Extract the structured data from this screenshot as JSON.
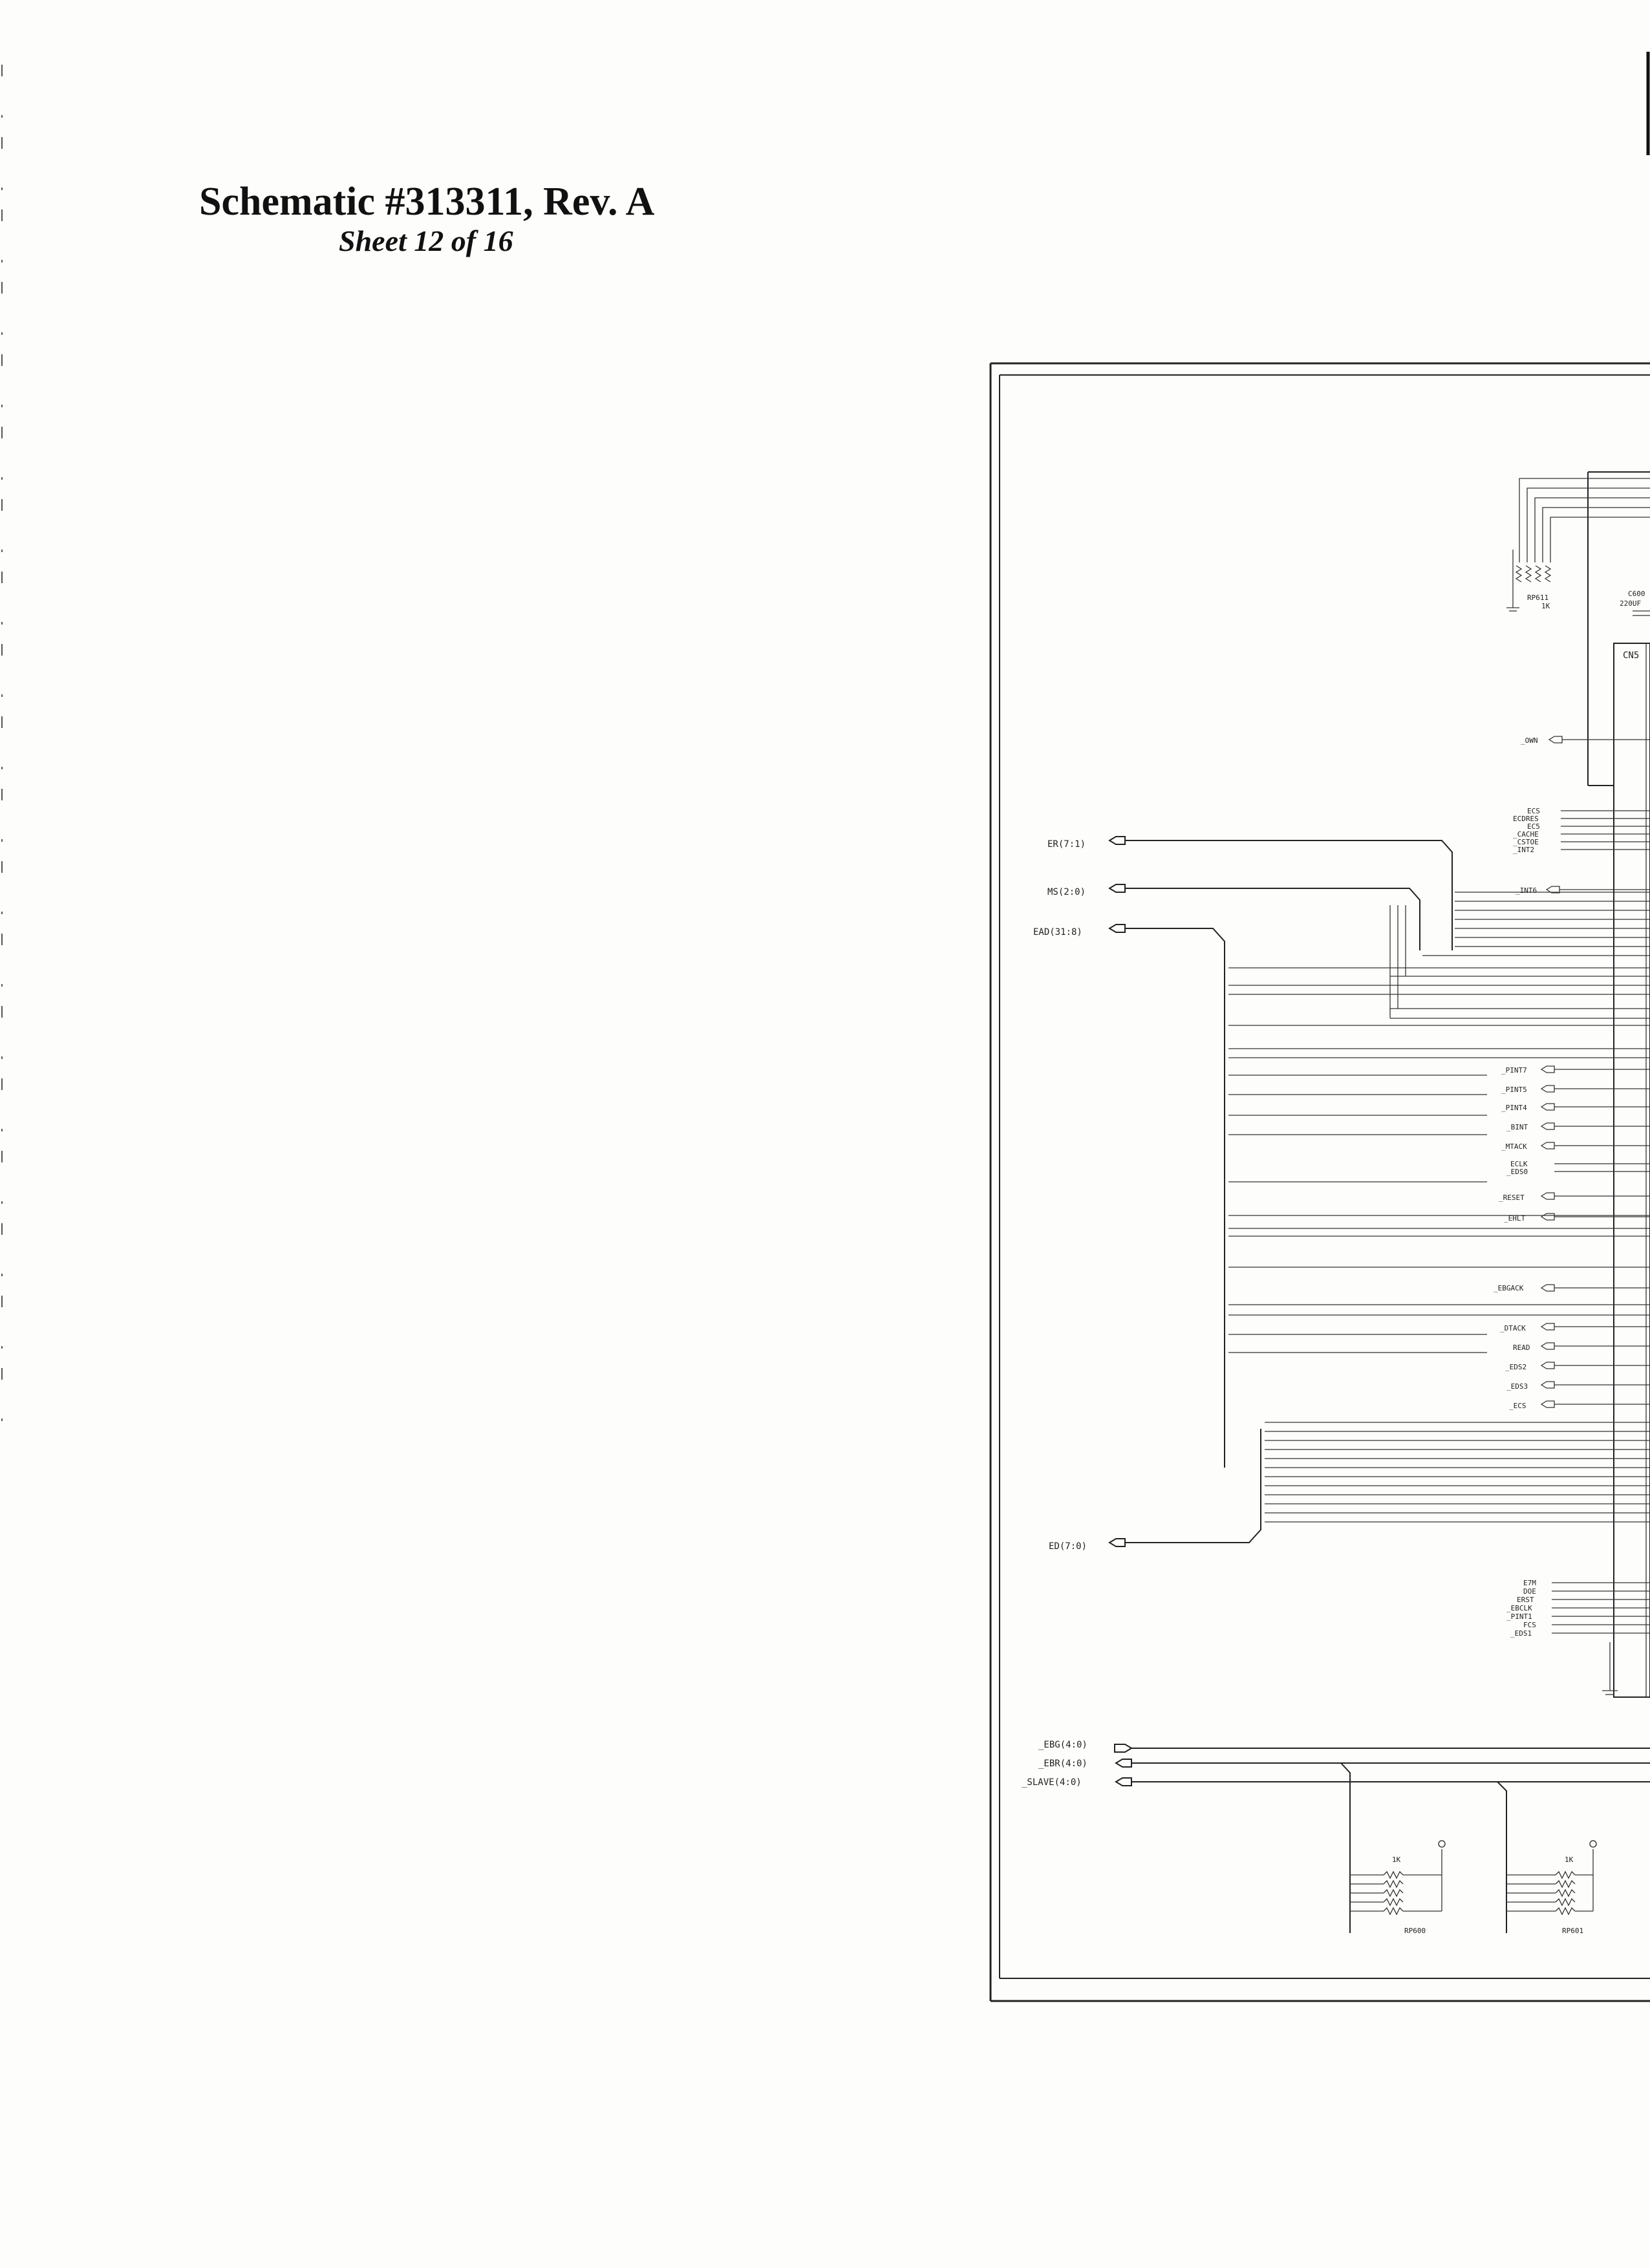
{
  "document": {
    "title": "Schematic #313311, Rev. A",
    "sheet": "Sheet 12 of 16"
  },
  "schematic": {
    "left_ports": [
      {
        "name": "ER(7:1)"
      },
      {
        "name": "MS(2:0)"
      },
      {
        "name": "EAD(31:8)"
      },
      {
        "name": "ED(7:0)"
      }
    ],
    "bottom_ports": [
      {
        "name": "_EBG(4:0)"
      },
      {
        "name": "_EBR(4:0)"
      },
      {
        "name": "_SLAVE(4:0)"
      }
    ],
    "signals": [
      {
        "name": "_OWN"
      },
      {
        "name": "ECS"
      },
      {
        "name": "ECDRES"
      },
      {
        "name": "EC5"
      },
      {
        "name": "_CACHE"
      },
      {
        "name": "_CSTOE"
      },
      {
        "name": "_INT2"
      },
      {
        "name": "_INT6"
      },
      {
        "name": "_PINT7"
      },
      {
        "name": "_PINT5"
      },
      {
        "name": "_PINT4"
      },
      {
        "name": "_BINT"
      },
      {
        "name": "_MTACK"
      },
      {
        "name": "ECLK"
      },
      {
        "name": "_EDS0"
      },
      {
        "name": "_RESET"
      },
      {
        "name": "_EHLT"
      },
      {
        "name": "_EBGACK"
      },
      {
        "name": "_DTACK"
      },
      {
        "name": "READ"
      },
      {
        "name": "_EDS2"
      },
      {
        "name": "_EDS3"
      },
      {
        "name": "_ECS"
      },
      {
        "name": "E7M"
      },
      {
        "name": "DOE"
      },
      {
        "name": "ERST"
      },
      {
        "name": "_EBCLK"
      },
      {
        "name": "_PINT1"
      },
      {
        "name": "FCS"
      },
      {
        "name": "_EDS1"
      }
    ],
    "components": [
      {
        "ref": "RP611",
        "value": "1K"
      },
      {
        "ref": "C600",
        "value": "220UF"
      },
      {
        "ref": "RP600",
        "value": "1K"
      },
      {
        "ref": "RP601",
        "value": "1K"
      },
      {
        "ref": "CN5"
      }
    ]
  }
}
